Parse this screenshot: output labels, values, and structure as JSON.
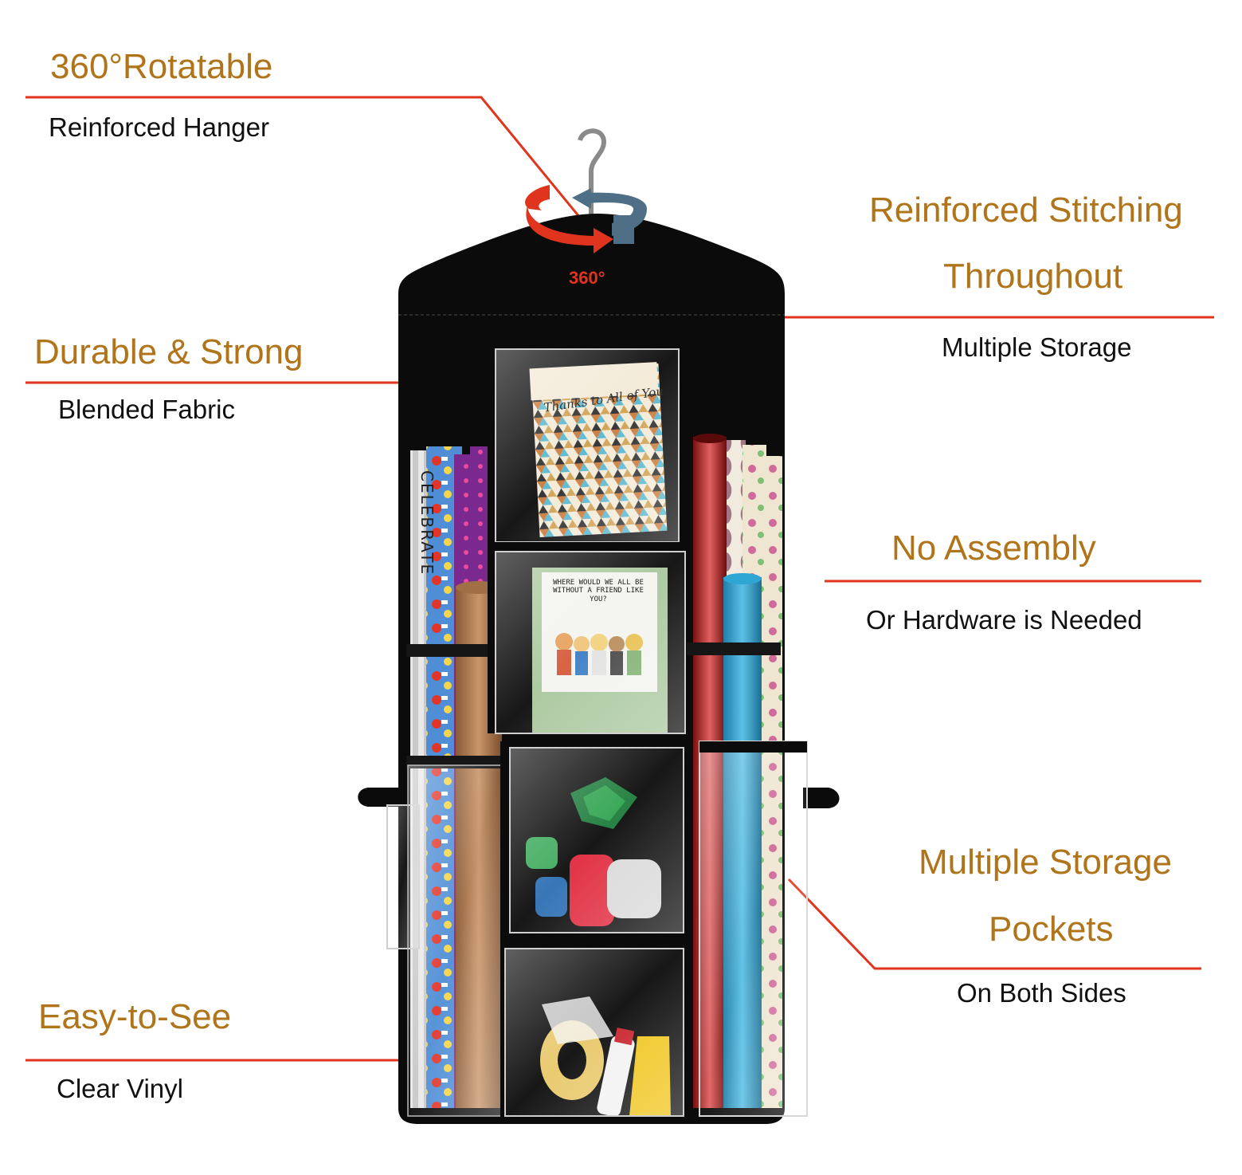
{
  "colors": {
    "heading": "#b0741a",
    "subtext": "#111111",
    "leader_line": "#e0341e",
    "rotation_arrow_red": "#e0341e",
    "rotation_arrow_blue": "#4f6f86",
    "organizer_fabric": "#0b0b0b"
  },
  "callouts": [
    {
      "heading": "360°Rotatable",
      "subtext": "Reinforced Hanger"
    },
    {
      "heading": "Durable & Strong",
      "subtext": "Blended Fabric"
    },
    {
      "heading": "Easy-to-See",
      "subtext": "Clear Vinyl"
    },
    {
      "heading_line1": "Reinforced Stitching",
      "heading_line2": "Throughout",
      "subtext": "Multiple Storage"
    },
    {
      "heading": "No Assembly",
      "subtext": "Or Hardware is Needed"
    },
    {
      "heading_line1": "Multiple Storage",
      "heading_line2": "Pockets",
      "subtext": "On Both Sides"
    }
  ],
  "product": {
    "rotation_badge": "360°",
    "card_top_text": "Thanks to All of You",
    "card_middle_text": "WHERE WOULD WE ALL BE WITHOUT A FRIEND LIKE YOU?",
    "roll_text": "CELEBRATE"
  }
}
